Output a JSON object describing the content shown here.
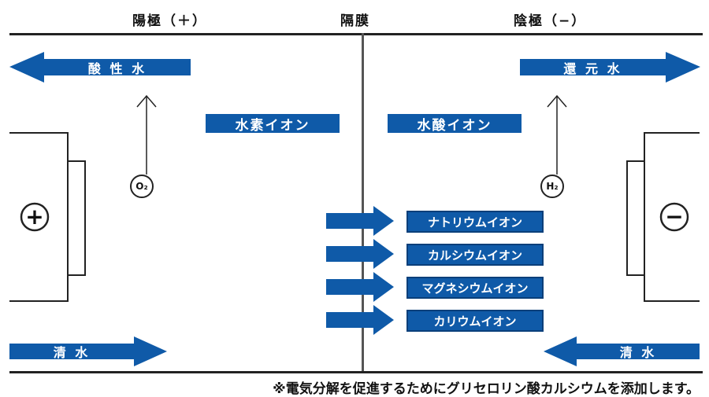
{
  "headers": {
    "anode": "陽極（＋）",
    "membrane": "隔膜",
    "cathode": "陰極（−）"
  },
  "outputs": {
    "acidic_water": "酸 性 水",
    "reduced_water": "還 元 水"
  },
  "ions": {
    "hydrogen": "水素イオン",
    "hydroxide": "水酸イオン"
  },
  "gases": {
    "oxygen": "O₂",
    "hydrogen": "H₂"
  },
  "electrodes": {
    "positive": "+",
    "negative": "−"
  },
  "mineral_ions": [
    "ナトリウムイオン",
    "カルシウムイオン",
    "マグネシウムイオン",
    "カリウムイオン"
  ],
  "inputs": {
    "left": "清 水",
    "right": "清 水"
  },
  "footnote": "※電気分解を促進するためにグリセロリン酸カルシウムを添加します。",
  "colors": {
    "arrow_blue": "#0f5aa8",
    "line": "#222222"
  }
}
